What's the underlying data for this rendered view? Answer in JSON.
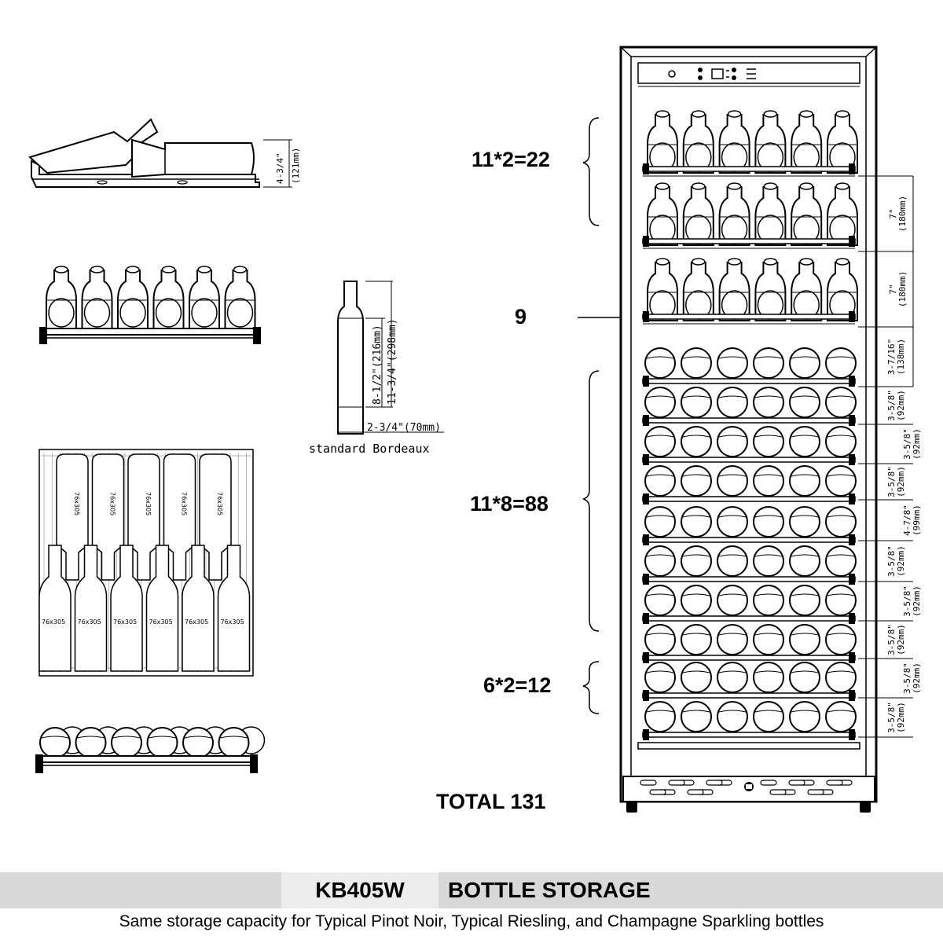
{
  "product": {
    "model": "KB405W",
    "section_title": "BOTTLE STORAGE",
    "caption": "Same storage capacity for Typical Pinot Noir, Typical Riesling, and Champagne Sparkling bottles"
  },
  "capacity_labels": {
    "upper": "11*2=22",
    "middle": "9",
    "lower": "11*8=88",
    "bottom": "6*2=12",
    "total": "TOTAL 131"
  },
  "bottle_reference": {
    "caption": "standard Bordeaux",
    "height_total": "11-3/4\"(298mm)",
    "body_height": "8-1/2\"(216mm)",
    "diameter": "2-3/4\"(70mm)"
  },
  "tilted_shelf": {
    "height": "4-3/4\"",
    "height_mm": "(121mm)"
  },
  "top_view_bottle_label": "76x305",
  "shelf_spacings": [
    {
      "inch": "7\"",
      "mm": "(180mm)"
    },
    {
      "inch": "7\"",
      "mm": "(180mm)"
    },
    {
      "inch": "3-7/16\"",
      "mm": "(138mm)"
    },
    {
      "inch": "3-5/8\"",
      "mm": "(92mm)"
    },
    {
      "inch": "3-5/8\"",
      "mm": "(92mm)"
    },
    {
      "inch": "3-5/8\"",
      "mm": "(92mm)"
    },
    {
      "inch": "4-7/8\"",
      "mm": "(99mm)"
    },
    {
      "inch": "3-5/8\"",
      "mm": "(92mm)"
    },
    {
      "inch": "3-5/8\"",
      "mm": "(92mm)"
    },
    {
      "inch": "3-5/8\"",
      "mm": "(92mm)"
    },
    {
      "inch": "3-5/8\"",
      "mm": "(92mm)"
    },
    {
      "inch": "3-5/8\"",
      "mm": "(92mm)"
    }
  ]
}
